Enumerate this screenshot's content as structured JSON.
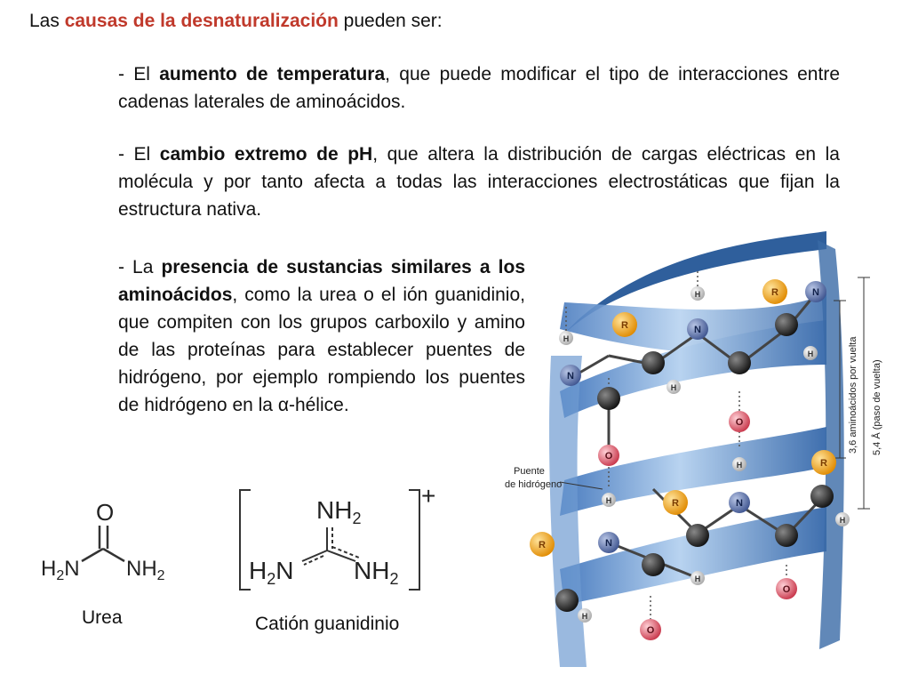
{
  "intro": {
    "before": "Las ",
    "highlight": "causas de la desnaturalización",
    "after": " pueden ser:"
  },
  "bullets": [
    {
      "prefix": "- El ",
      "bold": "aumento de temperatura",
      "rest": ", que puede modificar el tipo de interacciones entre cadenas laterales de aminoácidos."
    },
    {
      "prefix": "- El ",
      "bold": "cambio extremo de pH",
      "rest": ", que altera la distribución de cargas eléctricas en la molécula y por tanto afecta a todas las interacciones electrostáticas que fijan la estructura nativa."
    },
    {
      "prefix": "- La ",
      "bold": "presencia de sustancias similares a los aminoácidos",
      "rest": ", como la urea o el ión guanidinio, que compiten con los grupos carboxilo y amino de las proteínas para establecer puentes de hidrógeno, por ejemplo rompiendo los puentes de hidrógeno en la α-hélice."
    }
  ],
  "urea": {
    "caption": "Urea",
    "o": "O",
    "left_group": "H2N",
    "right_group": "NH2"
  },
  "guanidinium": {
    "caption": "Catión guanidinio",
    "top": "NH2",
    "left": "H2N",
    "right": "NH2",
    "charge": "+"
  },
  "helix": {
    "label_bond": "Puente de hidrógeno",
    "label_turn_aa": "3,6 aminoácidos por vuelta",
    "label_pitch": "5,4 Å (paso de vuelta)",
    "atom_R": "R",
    "atom_N": "N",
    "atom_H": "H",
    "atom_O": "O",
    "colors": {
      "ribbon": "#5d8fc9",
      "ribbon_light": "#a9c8ea",
      "r_atom": "#f2a51c",
      "n_atom": "#5a6fa8",
      "o_atom": "#e05a6a",
      "c_atom": "#2b2b2b",
      "h_atom": "#e6e6e6"
    }
  }
}
